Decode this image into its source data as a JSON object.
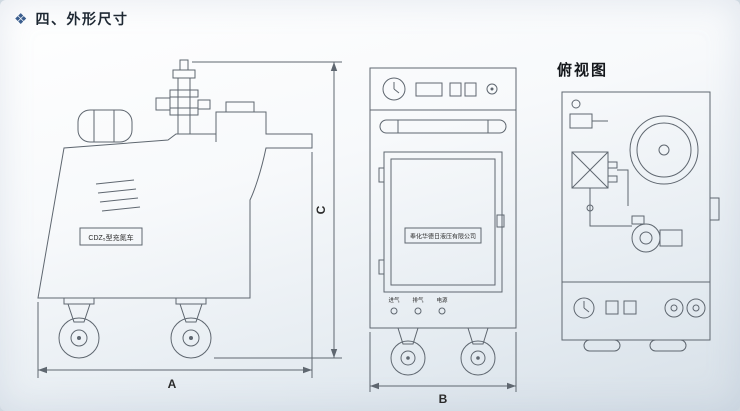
{
  "header": {
    "bullet": "❖",
    "title": "四、外形尺寸"
  },
  "side_view": {
    "equipment_label": "CDZ₅型充氮车",
    "dim_width_label": "A",
    "dim_height_label": "C"
  },
  "front_view": {
    "nameplate_text": "奉化华德日液压有限公司",
    "port_labels": [
      "进气",
      "排气",
      "电源"
    ],
    "dim_width_label": "B"
  },
  "top_view": {
    "caption": "俯视图"
  }
}
